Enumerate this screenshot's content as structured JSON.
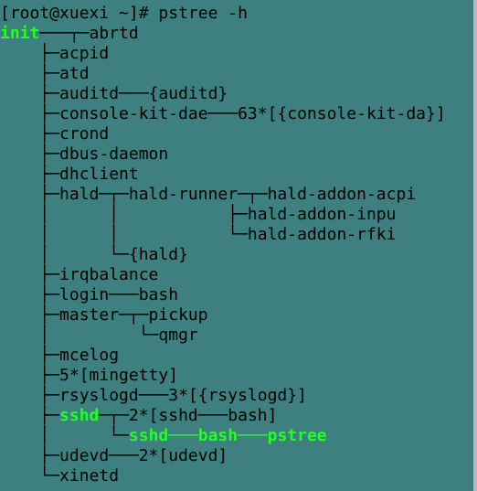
{
  "terminal": {
    "command_line": "[root@xuexi ~]# pstree -h",
    "lines": [
      {
        "text": "init───┬─abrtd",
        "highlight": "init"
      },
      {
        "text": "    ├─acpid"
      },
      {
        "text": "    ├─atd"
      },
      {
        "text": "    ├─auditd───{auditd}"
      },
      {
        "text": "    ├─console-kit-dae───63*[{console-kit-da}]"
      },
      {
        "text": "    ├─crond"
      },
      {
        "text": "    ├─dbus-daemon"
      },
      {
        "text": "    ├─dhclient"
      },
      {
        "text": "    ├─hald─┬─hald-runner─┬─hald-addon-acpi"
      },
      {
        "text": "    │      │           ├─hald-addon-inpu"
      },
      {
        "text": "    │      │           └─hald-addon-rfki"
      },
      {
        "text": "    │      └─{hald}"
      },
      {
        "text": "    ├─irqbalance"
      },
      {
        "text": "    ├─login───bash"
      },
      {
        "text": "    ├─master─┬─pickup"
      },
      {
        "text": "    │         └─qmgr"
      },
      {
        "text": "    ├─mcelog"
      },
      {
        "text": "    ├─5*[mingetty]"
      },
      {
        "text": "    ├─rsyslogd───3*[{rsyslogd}]"
      },
      {
        "text": "    ├─sshd─┬─2*[sshd───bash]",
        "highlight": "sshd"
      },
      {
        "text": "    │      └─sshd───bash───pstree",
        "highlight": "sshd───bash───pstree"
      },
      {
        "text": "    ├─udevd───2*[udevd]"
      },
      {
        "text": "    └─xinetd"
      }
    ],
    "colors": {
      "background": "#3e7f7f",
      "foreground": "#000000",
      "highlight": "#23ff23"
    }
  }
}
